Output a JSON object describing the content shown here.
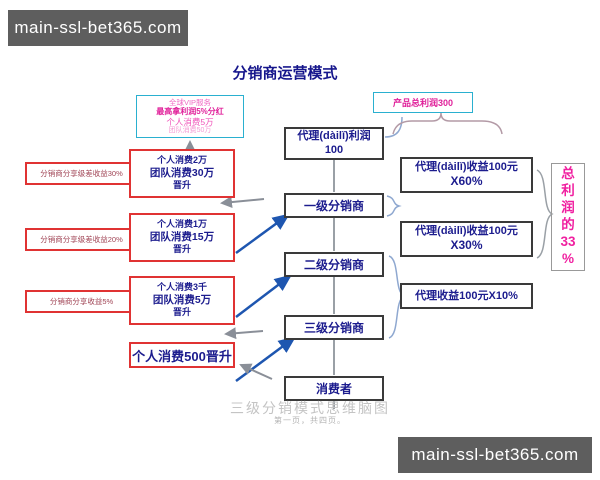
{
  "watermarks": {
    "top_left": "main-ssl-bet365.com",
    "bottom_right": "main-ssl-bet365.com"
  },
  "title": "分销商运营模式",
  "vip_box": {
    "line1": "全球VIP服务",
    "line2": "最高拿利润5%分红",
    "line3": "个人消费5万",
    "line4": "团队消费50万"
  },
  "share_boxes": [
    {
      "label": "分销商分享级差收益30%"
    },
    {
      "label": "分销商分享级差收益20%"
    },
    {
      "label": "分销商分享收益5%"
    }
  ],
  "promotion_boxes": [
    {
      "line1": "个人消费2万",
      "line2": "团队消费30万",
      "line3": "晋升"
    },
    {
      "line1": "个人消费1万",
      "line2": "团队消费15万",
      "line3": "晋升"
    },
    {
      "line1": "个人消费3千",
      "line2": "团队消费5万",
      "line3": "晋升"
    }
  ],
  "promotion_entry": "个人消费500晋升",
  "agent_profit": {
    "line1": "代理(dàilǐ)利润",
    "line2": "100"
  },
  "levels": [
    "一级分销商",
    "二级分销商",
    "三级分销商",
    "消费者"
  ],
  "product_profit": "产品总利润300",
  "income_boxes": [
    {
      "line1": "代理(dàilǐ)收益100元",
      "line2": "X60%"
    },
    {
      "line1": "代理(dàilǐ)收益100元",
      "line2": "X30%"
    },
    {
      "line1": "代理收益100元X10%",
      "line2": ""
    }
  ],
  "total_profit_chars": [
    "总",
    "利",
    "润",
    "的",
    "33",
    "%"
  ],
  "caption": {
    "main": "三级分销模式思维脑图",
    "sub": "第一页，共四页。"
  },
  "colors": {
    "navy": "#1c1c8e",
    "red_border": "#e03333",
    "cyan_border": "#2ab0d0",
    "magenta": "#e0209a",
    "watermark_bg": "#5e5e5e",
    "arrow_blue": "#1e56b0",
    "line_gray": "#9aa0a6"
  }
}
